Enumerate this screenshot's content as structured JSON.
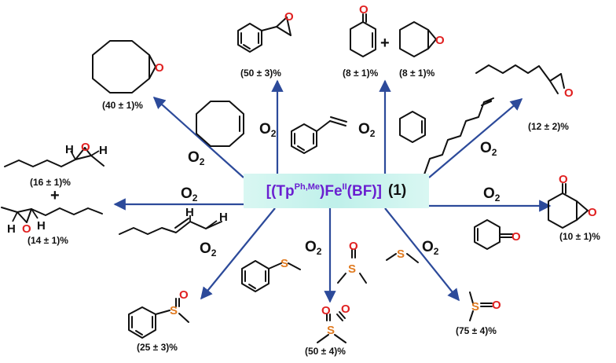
{
  "catalyst": {
    "formula_main": "[(Tp",
    "formula_sup": "Ph,Me",
    "formula_mid": ")Fe",
    "formula_sup2": "II",
    "formula_end": "(BF)]",
    "number": "(1)"
  },
  "oxidant": {
    "base": "O",
    "sub": "2"
  },
  "yields": {
    "cyclooctene_oxide": "(40 ± 1)%",
    "styrene_oxide": "(50 ± 3)%",
    "cyclohexenone": "(8 ± 1)%",
    "cyclohexene_oxide": "(8 ± 1)%",
    "octene_oxide": "(12 ± 2)%",
    "cis_epoxide_a": "(16 ± 1)%",
    "cis_epoxide_b": "(14 ± 1)%",
    "enone_epoxide": "(10 ± 1)%",
    "sulfoxide_ph": "(25 ± 3)%",
    "sulfone": "(50 ± 4)%",
    "dms_sulfoxide": "(75 ± 4)%"
  },
  "symbols": {
    "plus": "+",
    "oxygen": "O",
    "sulfur": "S",
    "hydrogen": "H"
  },
  "colors": {
    "arrow": "#2c4a9a",
    "oxygen": "#e02020",
    "sulfur": "#e07a20",
    "catalyst": "#6a1fd0"
  }
}
